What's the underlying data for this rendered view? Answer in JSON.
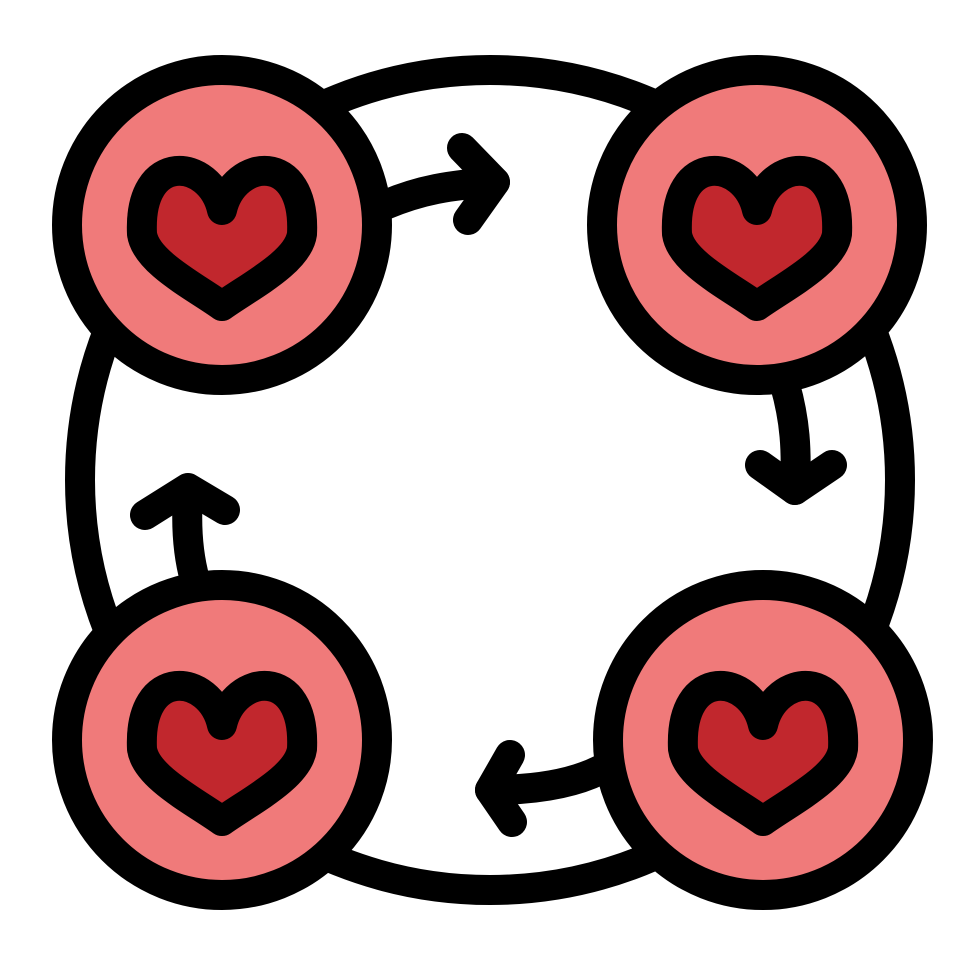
{
  "icon": {
    "name": "heart-cycle-icon",
    "colors": {
      "outline": "#000000",
      "node_fill": "#F07A7A",
      "heart_fill": "#C1272D",
      "inner_fill": "#FFFFFF"
    },
    "nodes": [
      {
        "name": "heart-node-top-left",
        "icon": "heart-icon"
      },
      {
        "name": "heart-node-top-right",
        "icon": "heart-icon"
      },
      {
        "name": "heart-node-bottom-right",
        "icon": "heart-icon"
      },
      {
        "name": "heart-node-bottom-left",
        "icon": "heart-icon"
      }
    ],
    "arrows": [
      {
        "name": "arrow-top",
        "direction": "right"
      },
      {
        "name": "arrow-right",
        "direction": "down"
      },
      {
        "name": "arrow-bottom",
        "direction": "left"
      },
      {
        "name": "arrow-left",
        "direction": "up"
      }
    ],
    "flow": "clockwise"
  }
}
